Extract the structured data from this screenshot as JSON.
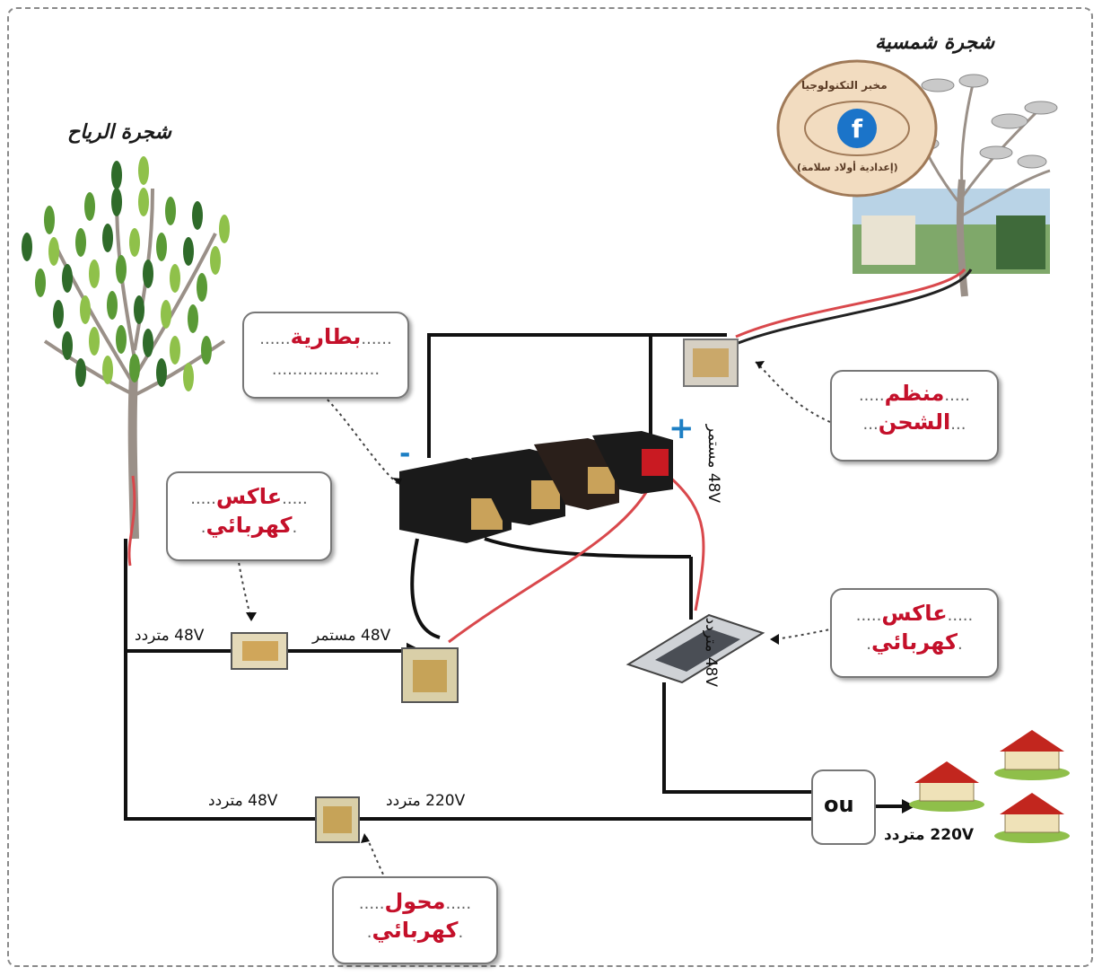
{
  "titles": {
    "wind_tree": "شجرة الرياح",
    "solar_tree": "شجرة شمسية"
  },
  "watermark": {
    "top": "مخبر التكنولوجيا",
    "bottom": "(إعدادية أولاد سلامة)",
    "icon": "facebook-logo"
  },
  "boxes": {
    "battery": {
      "line1": "بطارية",
      "line2": ""
    },
    "charge_controller": {
      "line1": "منظم",
      "line2": "الشحن"
    },
    "inverter_left": {
      "line1": "عاكس",
      "line2": "كهربائي"
    },
    "inverter_right": {
      "line1": "عاكس",
      "line2": "كهربائي"
    },
    "transformer": {
      "line1": "محول",
      "line2": "كهربائي"
    }
  },
  "voltages": {
    "wind_ac": "48V متردد",
    "inverter_dc_out": "48V مستمر",
    "battery_dc": "48V مستمر",
    "inverter_ac_out": "48V متردد",
    "transformer_in": "48V متردد",
    "transformer_out": "220V متردد",
    "houses": "220V متردد"
  },
  "ou_label": "ou",
  "polarity": {
    "negative": "-",
    "positive": "+"
  },
  "colors": {
    "label_red": "#c4102a",
    "wire_black": "#111111",
    "wire_red": "#d9484c",
    "polarity_blue": "#1d7fc4"
  }
}
